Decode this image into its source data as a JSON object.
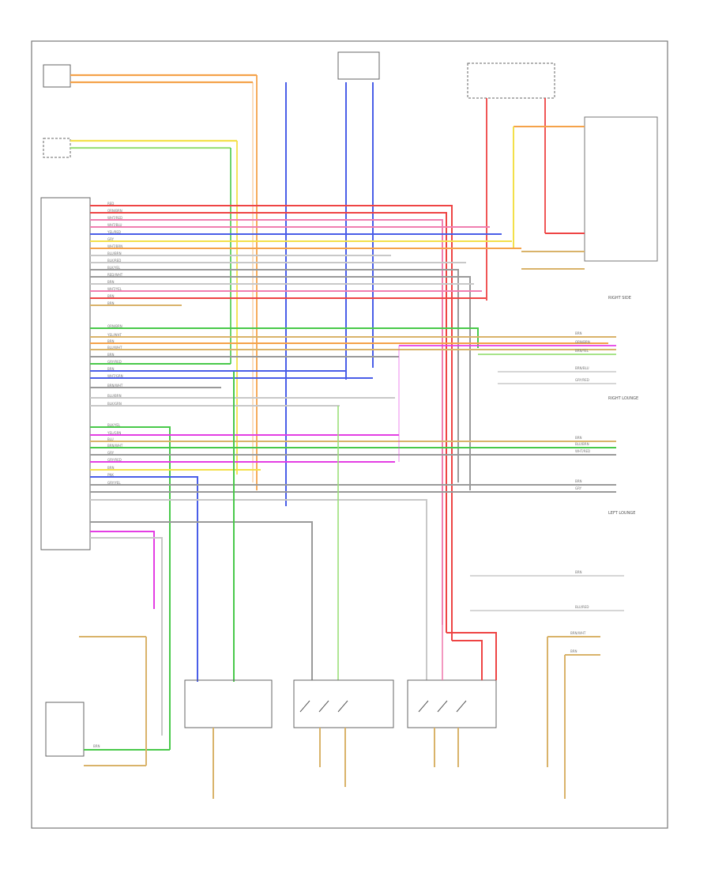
{
  "colors": {
    "orange": "#f5a24a",
    "yellow": "#f3e04a",
    "green": "#49c94a",
    "lightgreen": "#9be07a",
    "red": "#ee4444",
    "pink": "#f07fb0",
    "magenta": "#e43ee4",
    "blue": "#4a5ee8",
    "gray": "#9a9a9a",
    "lightgray": "#c8c8c8",
    "tan": "#d9b36a",
    "black": "#444444"
  },
  "module_pin_labels": [
    "RED",
    "ORN/BRN",
    "WHT/RED",
    "WHT/BLU",
    "YEL/RED",
    "GRY",
    "WHT/BRN",
    "BLU/BRN",
    "BLK/RED",
    "BLK/YEL",
    "RED/WHT",
    "BRN",
    "WHT/YEL",
    "BRN",
    "BRN",
    "ORN/BRN",
    "YEL/WHT",
    "BRN",
    "BLU/WHT",
    "BRN",
    "GRY/RED",
    "BRN",
    "WHT/GRN",
    "BRN/WHT",
    "BLU/BRN",
    "BLK/GRN",
    "BLK/YEL",
    "YEL/GRN",
    "BLU",
    "BRN/WHT",
    "GRY",
    "GRY/RED",
    "BRN",
    "PNK",
    "GRY/YEL"
  ],
  "wire_labels": [
    "BRN",
    "ORN/BRN",
    "BRN/YEL",
    "BRN/BLU",
    "GRY/RED",
    "BRN",
    "BLU/BRN",
    "WHT/RED",
    "BRN",
    "GRY",
    "BRN",
    "BLU/RED",
    "BRN/WHT",
    "BRN",
    "BRN"
  ]
}
